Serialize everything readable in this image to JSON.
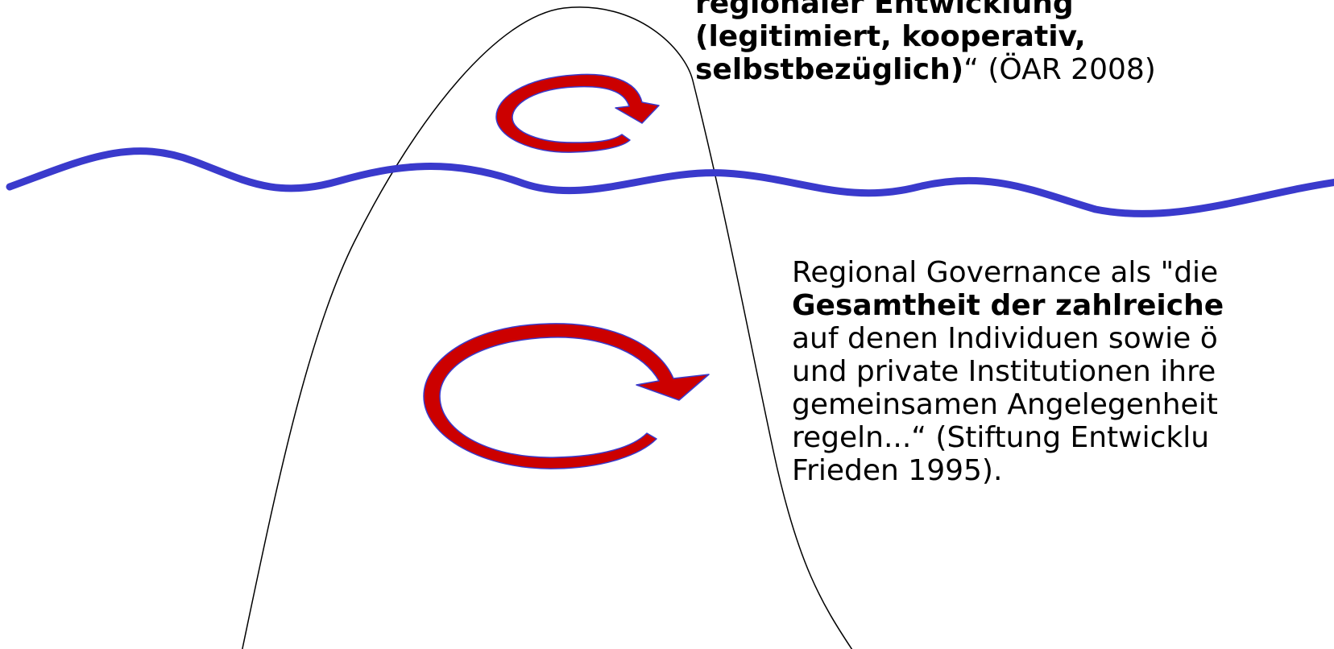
{
  "diagram": {
    "colors": {
      "waterline": "#3a3acc",
      "arrow_fill": "#cc0000",
      "arrow_stroke": "#3a3acc",
      "iceberg_outline": "#000000",
      "text": "#000000"
    }
  },
  "quote_top": {
    "line1_bold": "regionaler Entwicklung",
    "line2_bold": "(legitimiert, kooperativ,",
    "line3_bold": "selbstbezüglich)",
    "line3_normal": "“  (ÖAR 2008)"
  },
  "quote_bottom": {
    "line1": "Regional Governance als \"die",
    "line2_bold": "Gesamtheit der zahlreiche",
    "line3": "auf denen Individuen sowie ö",
    "line4": "und private Institutionen ihre",
    "line5": "gemeinsamen Angelegenheit",
    "line6": "regeln...“  (Stiftung Entwicklu",
    "line7": "Frieden 1995)."
  }
}
